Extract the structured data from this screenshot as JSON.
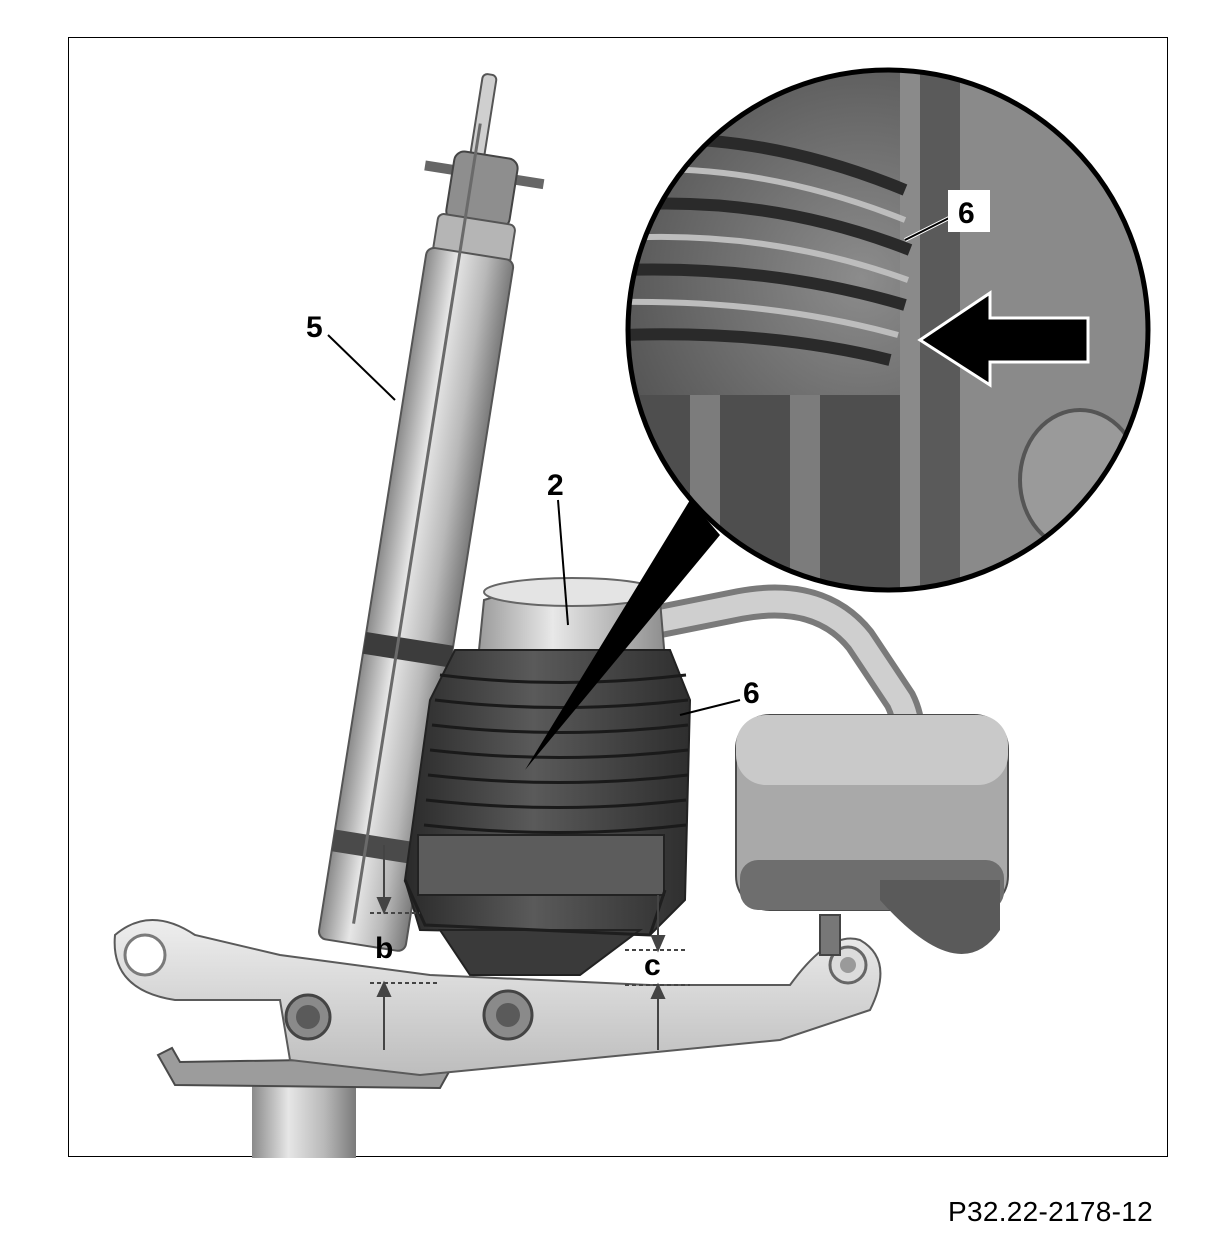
{
  "figure": {
    "code": "P32.22-2178-12",
    "callouts": {
      "shock_absorber": "5",
      "air_spring": "2",
      "bellows": "6",
      "bellows_detail": "6",
      "dim_b": "b",
      "dim_c": "c"
    }
  },
  "colors": {
    "frame": "#000000",
    "part_light": "#d9d9d9",
    "part_mid": "#a8a8a8",
    "part_dark": "#3a3a3a",
    "detail_bg": "#6e6e6e",
    "dimension_line": "#666666"
  }
}
